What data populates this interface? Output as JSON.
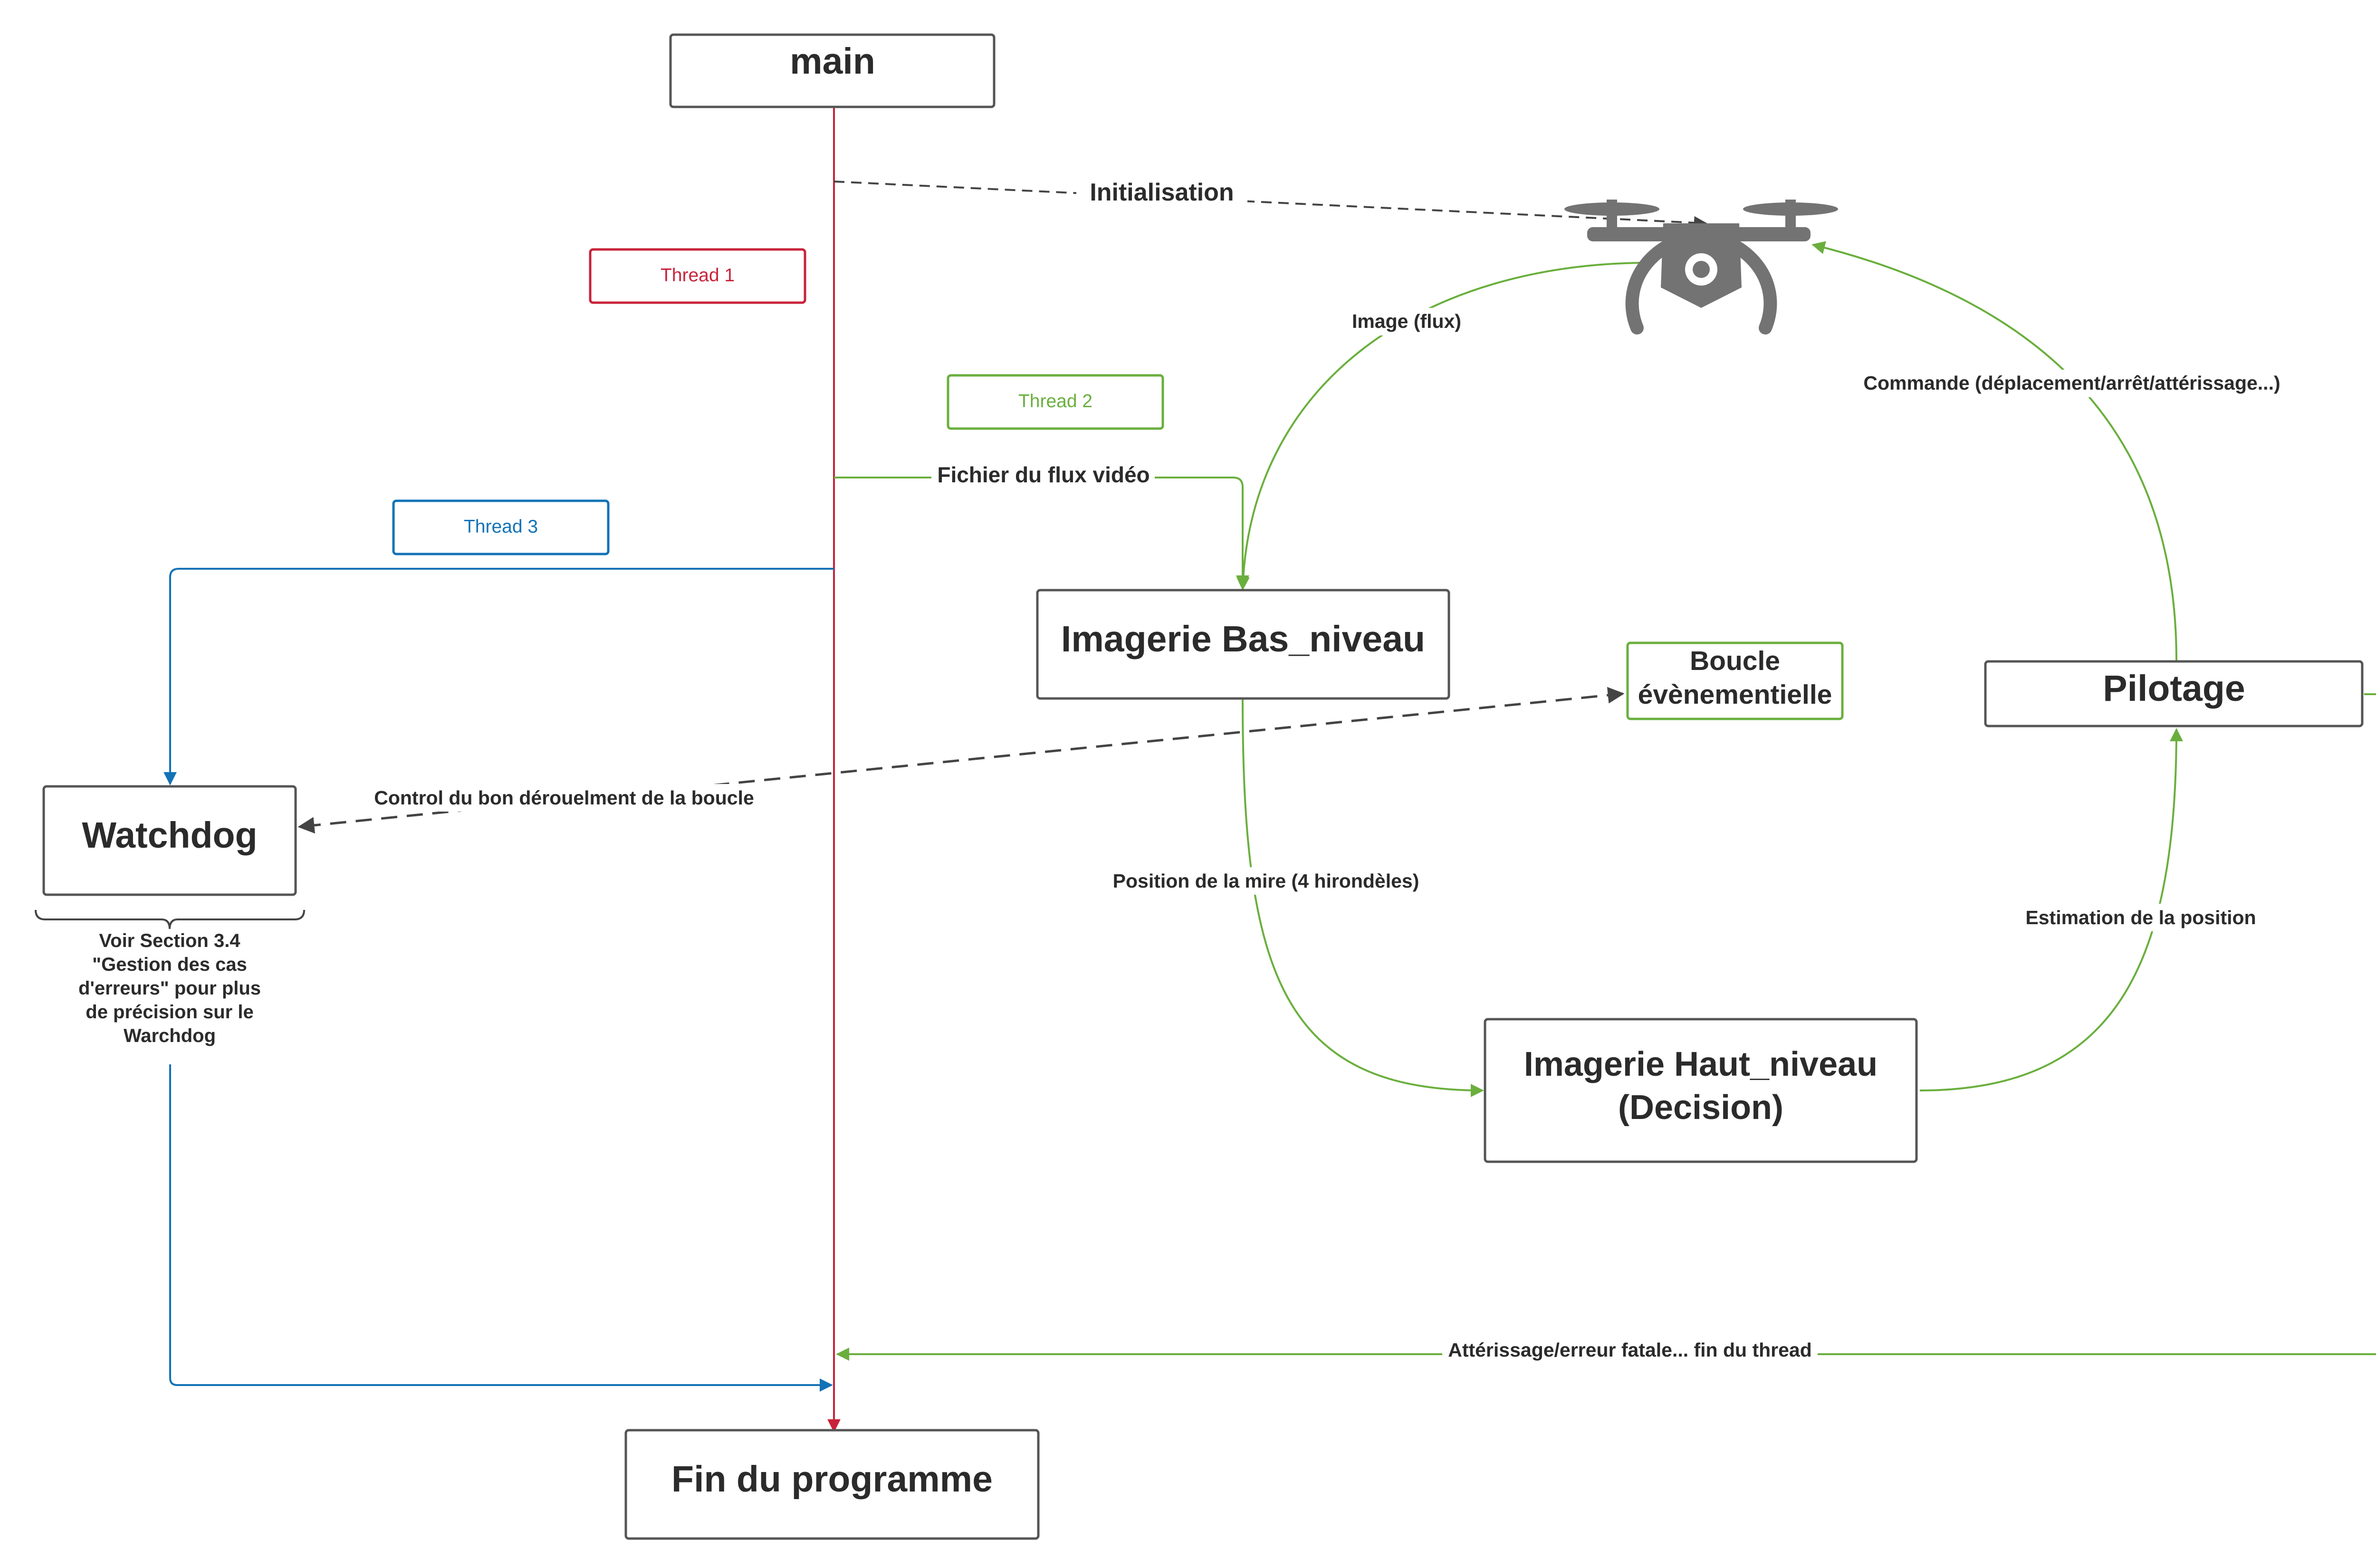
{
  "colors": {
    "main_line": "#c8233a",
    "thread2": "#6aaf3d",
    "thread3": "#1272b6",
    "box_border": "#555555",
    "text": "#2b2b2b",
    "drone": "#737373"
  },
  "nodes": {
    "main": "main",
    "fin": "Fin du programme",
    "watchdog": "Watchdog",
    "imagerie_bas": "Imagerie Bas_niveau",
    "boucle_1": "Boucle",
    "boucle_2": "évènementielle",
    "pilotage": "Pilotage",
    "imagerie_haut_1": "Imagerie Haut_niveau",
    "imagerie_haut_2": "(Decision)"
  },
  "threads": {
    "t1": "Thread 1",
    "t2": "Thread 2",
    "t3": "Thread 3"
  },
  "edges": {
    "initialisation": "Initialisation",
    "image_flux": "Image (flux)",
    "commande": "Commande (déplacement/arrêt/attérissage...)",
    "fichier_flux": "Fichier du flux vidéo",
    "control": "Control du bon dérouelment  de la boucle",
    "position_mire": "Position de la mire (4 hirondèles)",
    "estimation": "Estimation de la position",
    "atterrissage": "Attérissage/erreur fatale... fin du thread"
  },
  "note": {
    "line1": "Voir Section 3.4",
    "line2": "\"Gestion des cas",
    "line3": "d'erreurs\" pour plus",
    "line4": "de précision sur le",
    "line5": "Warchdog"
  },
  "icons": {
    "drone": "drone-icon"
  }
}
